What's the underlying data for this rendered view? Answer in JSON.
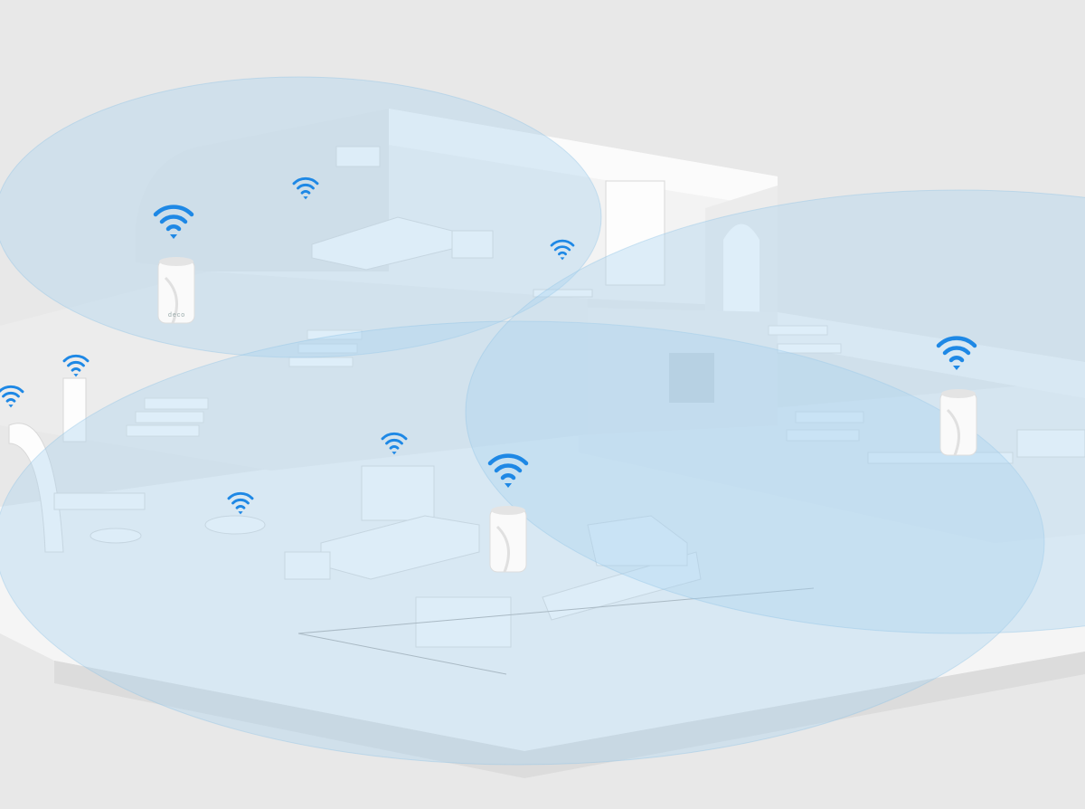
{
  "illustration": {
    "router_logo": "deco",
    "colors": {
      "background": "#e8e8e8",
      "floor": "#f7f7f7",
      "wall": "#ededed",
      "coverage": "#a8d2ee",
      "wifi": "#1e88e5"
    },
    "routers": [
      {
        "name": "upstairs-router"
      },
      {
        "name": "living-room-router"
      },
      {
        "name": "right-wing-router"
      }
    ],
    "wifi_signals": [
      {
        "name": "upstairs-router-signal",
        "size": "large"
      },
      {
        "name": "lamp-signal",
        "size": "small"
      },
      {
        "name": "desk-signal",
        "size": "small"
      },
      {
        "name": "speaker-signal",
        "size": "small"
      },
      {
        "name": "treadmill-signal",
        "size": "small"
      },
      {
        "name": "robot-vacuum-signal",
        "size": "small"
      },
      {
        "name": "tv-signal",
        "size": "small"
      },
      {
        "name": "living-room-router-signal",
        "size": "large"
      },
      {
        "name": "right-router-signal",
        "size": "large"
      }
    ]
  }
}
